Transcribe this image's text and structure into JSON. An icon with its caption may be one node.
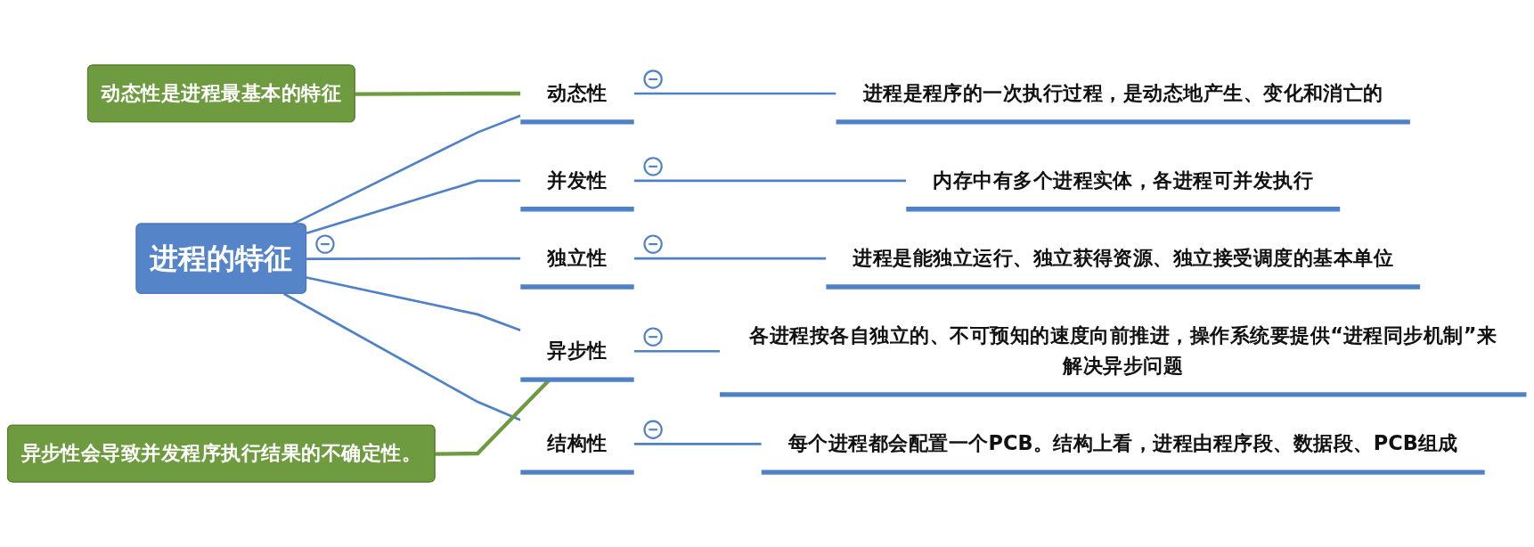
{
  "diagram": {
    "nodes": [
      {
        "text": [
          "进程的特征"
        ]
      },
      {
        "text": [
          "动态性是进程最基本的特征"
        ]
      },
      {
        "text": [
          "动态性"
        ]
      },
      {
        "text": [
          "进程是程序的一次执行过程，是动态地产生、变化和消亡的"
        ]
      },
      {
        "text": [
          "并发性"
        ]
      },
      {
        "text": [
          "内存中有多个进程实体，各进程可并发执行"
        ]
      },
      {
        "text": [
          "独立性"
        ]
      },
      {
        "text": [
          "进程是能独立运行、独立获得资源、独立接受调度的基本单位"
        ]
      },
      {
        "text": [
          "异步性"
        ]
      },
      {
        "text": [
          "各进程按各自独立的、不可预知的速度向前推进，操作系统要提供“进程同步机制”来解决异步问题"
        ]
      },
      {
        "text": [
          "结构性"
        ]
      },
      {
        "text": [
          "每个进程都会配置一个PCB。结构上看，进程由程序段、数据段、PCB组成"
        ]
      },
      {
        "text": [
          "异步性会导致并发程序执行结果的不确定性。"
        ]
      }
    ],
    "edges": [
      {
        "from": 0,
        "to": 2,
        "arrow": "none"
      },
      {
        "from": 2,
        "to": 3,
        "arrow": "none"
      },
      {
        "from": 0,
        "to": 4,
        "arrow": "none"
      },
      {
        "from": 4,
        "to": 5,
        "arrow": "none"
      },
      {
        "from": 0,
        "to": 6,
        "arrow": "none"
      },
      {
        "from": 6,
        "to": 7,
        "arrow": "none"
      },
      {
        "from": 0,
        "to": 8,
        "arrow": "none"
      },
      {
        "from": 8,
        "to": 9,
        "arrow": "none"
      },
      {
        "from": 0,
        "to": 10,
        "arrow": "none"
      },
      {
        "from": 10,
        "to": 11,
        "arrow": "none"
      },
      {
        "from": 1,
        "to": 2,
        "arrow": "none",
        "color": "#6f9b40"
      },
      {
        "from": 12,
        "to": 8,
        "arrow": "none",
        "color": "#6f9b40"
      }
    ]
  }
}
